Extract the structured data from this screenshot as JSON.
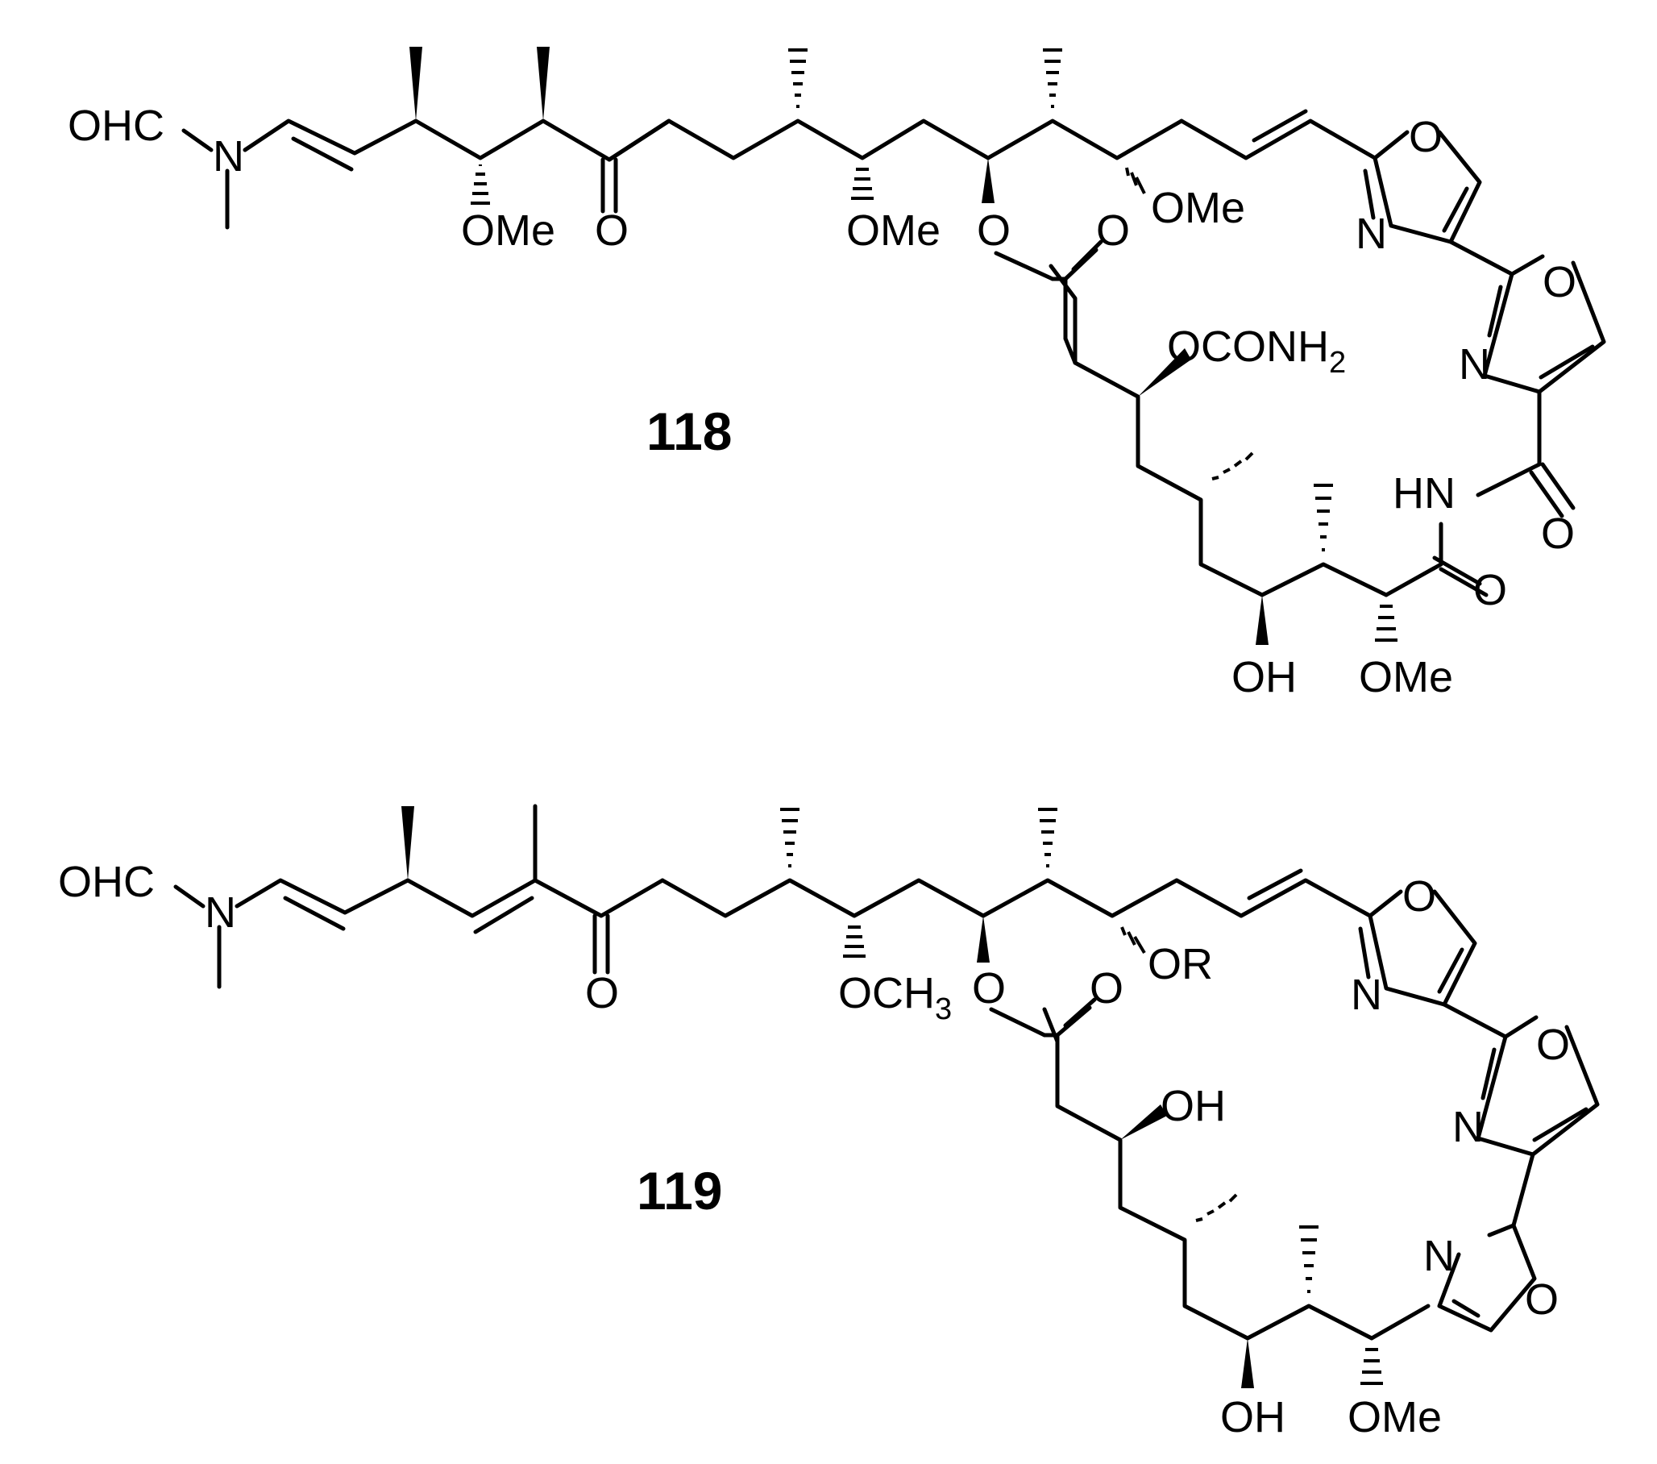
{
  "compounds": [
    {
      "number": "118",
      "labels": {
        "ohc": "OHC",
        "n_amine": "N",
        "ome_1": "OMe",
        "o_ketone": "O",
        "ome_2": "OMe",
        "o_ester": "O",
        "o_carbonyl": "O",
        "ome_3": "OMe",
        "oxazole1_o": "O",
        "oxazole1_n": "N",
        "oxazole2_o": "O",
        "oxazole2_n": "N",
        "carbamate": "OCONH",
        "carbamate_sub": "2",
        "hn": "HN",
        "o_amide1": "O",
        "o_amide2": "O",
        "oh": "OH",
        "ome_4": "OMe"
      }
    },
    {
      "number": "119",
      "labels": {
        "ohc": "OHC",
        "n_amine": "N",
        "o_ketone": "O",
        "och3": "OCH",
        "och3_sub": "3",
        "o_ester": "O",
        "o_carbonyl": "O",
        "or": "OR",
        "oxazole1_o": "O",
        "oxazole1_n": "N",
        "oxazole2_o": "O",
        "oxazole2_n": "N",
        "oxazole3_o": "O",
        "oxazole3_n": "N",
        "oh_upper": "OH",
        "oh_lower": "OH",
        "ome": "OMe"
      }
    }
  ]
}
